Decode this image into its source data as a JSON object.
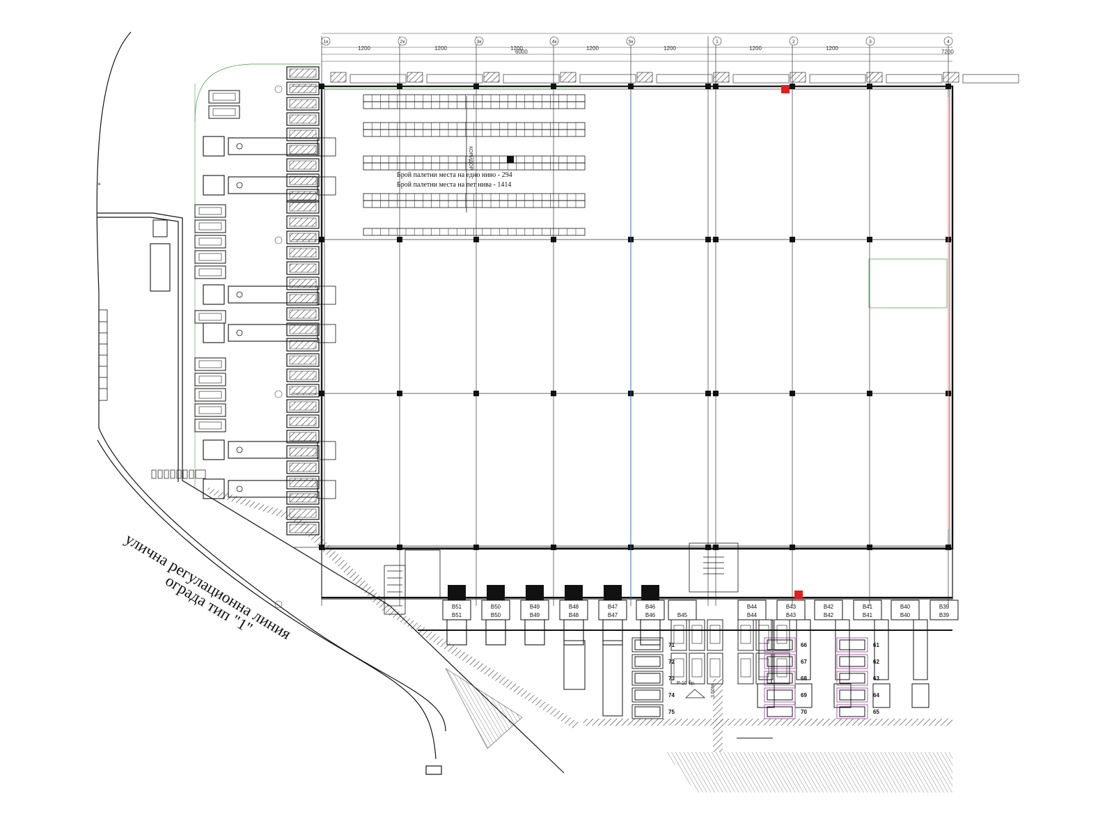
{
  "notes": {
    "pallets_one_level": "Брой палетни места на едно ниво - 294",
    "pallets_five_levels": "Брой палетни места на пет нива - 1414",
    "street_line": "улична регулационна линия",
    "fence_type": "ограда тип \"1\"",
    "parking_count": "P-10 бр.",
    "slope": "3.50%",
    "corridor": "КОРИДОР"
  },
  "top_grid": {
    "axes": [
      "1к",
      "2к",
      "3к",
      "4к",
      "5к",
      "1",
      "2",
      "3",
      "4"
    ],
    "spans": [
      "1200",
      "1200",
      "1200",
      "1200",
      "1200",
      "1200",
      "1200"
    ],
    "total_left": "6000",
    "total_right": "7200"
  },
  "docks_top_row": [
    "B51",
    "B50",
    "B49",
    "B48",
    "B47",
    "B46",
    "",
    "B44",
    "B43",
    "B42",
    "B41",
    "B40",
    "B39"
  ],
  "docks_bottom_row": [
    "B51",
    "B50",
    "B49",
    "B48",
    "B47",
    "B46",
    "B45",
    "B44",
    "B43",
    "B42",
    "B41",
    "B40",
    "B39"
  ],
  "parking_numbers": {
    "col_a": [
      "66",
      "67",
      "68",
      "69",
      "70"
    ],
    "col_b": [
      "61",
      "62",
      "63",
      "64",
      "65"
    ],
    "col_c": [
      "71",
      "72",
      "73",
      "74",
      "75"
    ]
  },
  "colors": {
    "line": "#111111",
    "grid": "#333333",
    "accent_orange": "#d9822b",
    "accent_red": "#e02020",
    "accent_green": "#3a9a3a",
    "accent_blue": "#2a6fd0",
    "accent_purple": "#a050a0"
  }
}
